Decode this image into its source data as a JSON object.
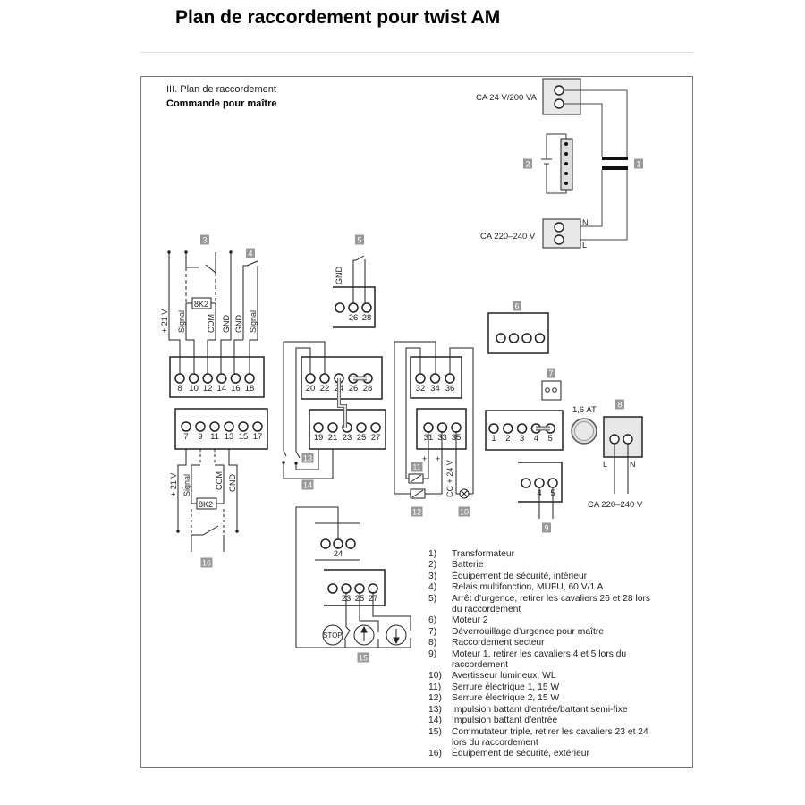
{
  "page": {
    "title": "Plan de raccordement pour twist AM",
    "section": "III. Plan de raccordement",
    "subtitle": "Commande pour maître"
  },
  "diagram": {
    "tags": [
      "1",
      "2",
      "3",
      "4",
      "5",
      "6",
      "7",
      "8",
      "9",
      "10",
      "11",
      "12",
      "13",
      "14",
      "15",
      "16"
    ],
    "transformer": {
      "secondary_label": "CA 24 V/200 VA",
      "primary_label": "CA 220–240 V",
      "n_label": "N",
      "l_label": "L"
    },
    "block_3_4": {
      "wire_labels": [
        "+ 21 V",
        "Signal",
        "COM",
        "GND",
        "GND",
        "Signal"
      ],
      "resistor": "8K2",
      "terminals": [
        "8",
        "10",
        "12",
        "14",
        "16",
        "18"
      ]
    },
    "block_16": {
      "wire_labels": [
        "+ 21 V",
        "Signal",
        "COM",
        "GND"
      ],
      "resistor": "8K2",
      "terminals": [
        "7",
        "9",
        "11",
        "13",
        "15",
        "17"
      ]
    },
    "block_5": {
      "wire_label": "GND",
      "terminals": [
        "26",
        "28"
      ]
    },
    "block_20": {
      "terminals": [
        "20",
        "22",
        "24",
        "26",
        "28"
      ]
    },
    "block_19": {
      "terminals": [
        "19",
        "21",
        "23",
        "25",
        "27"
      ]
    },
    "block_32": {
      "terminals": [
        "32",
        "34",
        "36"
      ]
    },
    "block_31": {
      "terminals": [
        "31",
        "33",
        "35"
      ],
      "plus": "+",
      "cc_label": "CC + 24 V"
    },
    "block_1_5": {
      "terminals": [
        "1",
        "2",
        "3",
        "4",
        "5"
      ]
    },
    "fuse": "1,6 AT",
    "mains": {
      "l": "L",
      "n": "N",
      "label": "CA 220–240 V"
    },
    "motor1": {
      "terminals": [
        "4",
        "5"
      ]
    },
    "switch_15": {
      "top_terminal": "24",
      "terminals": [
        "23",
        "25",
        "27"
      ],
      "stop": "STOP"
    }
  },
  "legend": [
    {
      "num": "1)",
      "text": "Transformateur"
    },
    {
      "num": "2)",
      "text": "Batterie"
    },
    {
      "num": "3)",
      "text": "Équipement de sécurité, intérieur"
    },
    {
      "num": "4)",
      "text": "Relais multifonction, MUFU, 60 V/1 A"
    },
    {
      "num": "5)",
      "text": "Arrêt d’urgence, retirer les cavaliers 26 et 28 lors du raccordement"
    },
    {
      "num": "6)",
      "text": "Moteur 2"
    },
    {
      "num": "7)",
      "text": "Déverrouillage d’urgence pour maître"
    },
    {
      "num": "8)",
      "text": "Raccordement secteur"
    },
    {
      "num": "9)",
      "text": "Moteur 1, retirer les cavaliers 4 et 5 lors du raccordement"
    },
    {
      "num": "10)",
      "text": "Avertisseur lumineux, WL"
    },
    {
      "num": "11)",
      "text": "Serrure électrique 1, 15 W"
    },
    {
      "num": "12)",
      "text": "Serrure électrique 2, 15 W"
    },
    {
      "num": "13)",
      "text": "Impulsion battant d'entrée/battant semi-fixe"
    },
    {
      "num": "14)",
      "text": "Impulsion battant d'entrée"
    },
    {
      "num": "15)",
      "text": "Commutateur triple, retirer les cavaliers 23 et 24 lors du raccordement"
    },
    {
      "num": "16)",
      "text": "Équipement de sécurité, extérieur"
    }
  ]
}
